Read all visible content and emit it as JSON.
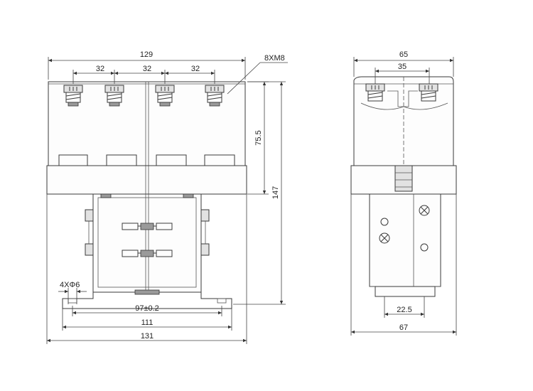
{
  "front_view": {
    "overall_width": "129",
    "pitch_1": "32",
    "pitch_2": "32",
    "pitch_3": "32",
    "screw_spec": "8XM8",
    "height_terminal": "75.5",
    "overall_height": "147",
    "hole_spec": "4XΦ6",
    "hole_spacing": "97±0.2",
    "base_width": "111",
    "total_width": "131"
  },
  "side_view": {
    "overall_width": "65",
    "terminal_spacing": "35",
    "mount_spacing": "22.5",
    "base_width": "67"
  }
}
